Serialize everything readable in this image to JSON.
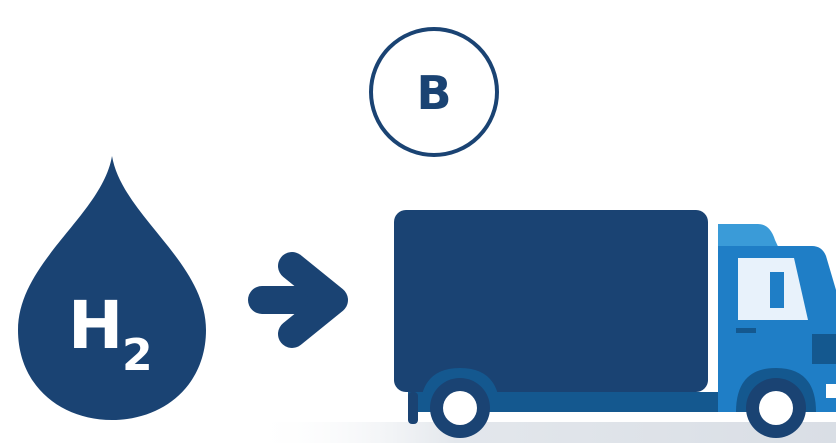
{
  "badge": {
    "letter": "B"
  },
  "fuel": {
    "symbol": "H",
    "subscript": "2",
    "icon": "hydrogen-drop-icon"
  },
  "arrow": {
    "icon": "arrow-right-icon"
  },
  "vehicle": {
    "icon": "truck-icon"
  },
  "colors": {
    "navy": "#1a4373",
    "blue": "#1f7ec6",
    "light_blue": "#3a9bd8",
    "dark_blue": "#14588f",
    "window": "#e8f2fb",
    "ground": "#e6e9ee"
  }
}
